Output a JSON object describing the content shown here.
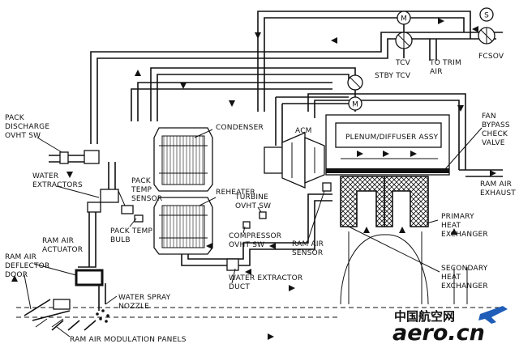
{
  "labels": {
    "pack_discharge_ovht_sw": [
      "PACK",
      "DISCHARGE",
      "OVHT SW"
    ],
    "water_extractors": [
      "WATER",
      "EXTRACTORS"
    ],
    "ram_air_actuator": [
      "RAM AIR",
      "ACTUATOR"
    ],
    "ram_air_deflector_door": [
      "RAM AIR",
      "DEFLECTOR",
      "DOOR"
    ],
    "pack_temp_sensor": [
      "PACK",
      "TEMP",
      "SENSOR"
    ],
    "pack_temp_bulb": [
      "PACK TEMP",
      "BULB"
    ],
    "condenser": "CONDENSER",
    "acm": "ACM",
    "reheater": "REHEATER",
    "turbine_ovht_sw": [
      "TURBINE",
      "OVHT SW"
    ],
    "compressor_ovht_sw": [
      "COMPRESSOR",
      "OVHT SW"
    ],
    "ram_air_sensor": [
      "RAM AIR",
      "SENSOR"
    ],
    "plenum_diffuser_assy": "PLENUM/DIFFUSER ASSY",
    "fan_bypass_check_valve": [
      "FAN",
      "BYPASS",
      "CHECK",
      "VALVE"
    ],
    "ram_air_exhaust": [
      "RAM AIR",
      "EXHAUST"
    ],
    "primary_heat_exchanger": [
      "PRIMARY",
      "HEAT",
      "EXCHANGER"
    ],
    "secondary_heat_exchanger": [
      "SECONDARY",
      "HEAT",
      "EXCHANGER"
    ],
    "water_extractor_duct": [
      "WATER EXTRACTOR",
      "DUCT"
    ],
    "water_spray_nozzle": [
      "WATER SPRAY",
      "NOZZLE"
    ],
    "ram_air_modulation_panels": "RAM AIR MODULATION PANELS",
    "tcv": "TCV",
    "to_trim_air": [
      "TO TRIM",
      "AIR"
    ],
    "fcsov": "FCSOV",
    "stby_tcv": "STBY TCV"
  },
  "motor_symbols": {
    "motor": "M",
    "solenoid": "S"
  },
  "watermark": {
    "chinese": "中国航空网",
    "english": "aero.cn"
  },
  "colors": {
    "line": "#111111",
    "background": "#ffffff",
    "watermark": "#1f5db8"
  }
}
